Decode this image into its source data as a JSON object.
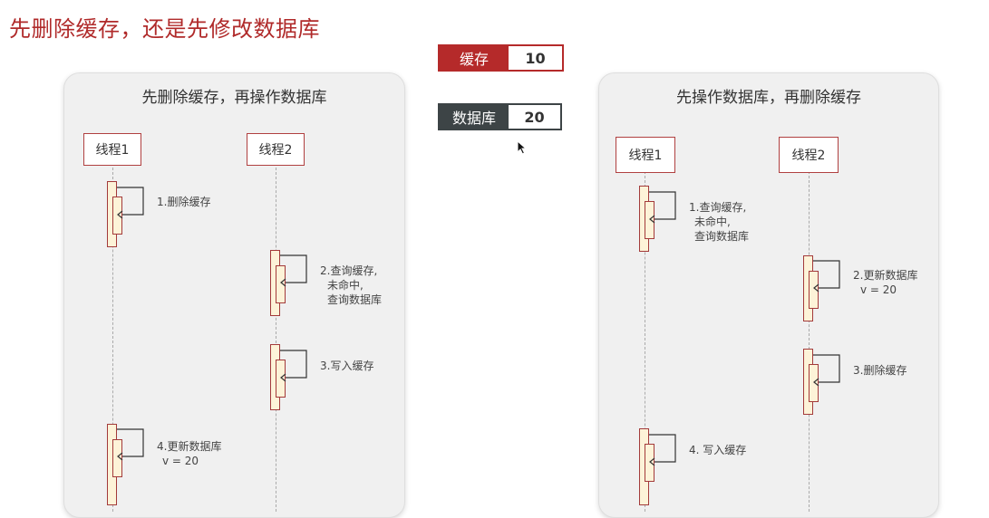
{
  "page_title": "先删除缓存，还是先修改数据库",
  "state": {
    "cache": {
      "label": "缓存",
      "value": "10",
      "color": "#b52a2a"
    },
    "db": {
      "label": "数据库",
      "value": "20",
      "color": "#3d4446"
    }
  },
  "left": {
    "title": "先删除缓存，再操作数据库",
    "thread1": "线程1",
    "thread2": "线程2",
    "steps": [
      {
        "lines": [
          "1.删除缓存"
        ]
      },
      {
        "lines": [
          "2.查询缓存,",
          "未命中,",
          "查询数据库"
        ]
      },
      {
        "lines": [
          "3.写入缓存"
        ]
      },
      {
        "lines": [
          "4.更新数据库",
          "v = 20"
        ]
      }
    ]
  },
  "right": {
    "title": "先操作数据库，再删除缓存",
    "thread1": "线程1",
    "thread2": "线程2",
    "steps": [
      {
        "lines": [
          "1.查询缓存,",
          "未命中,",
          "查询数据库"
        ]
      },
      {
        "lines": [
          "2.更新数据库",
          "v = 20"
        ]
      },
      {
        "lines": [
          "3.删除缓存"
        ]
      },
      {
        "lines": [
          "4. 写入缓存"
        ]
      }
    ]
  }
}
